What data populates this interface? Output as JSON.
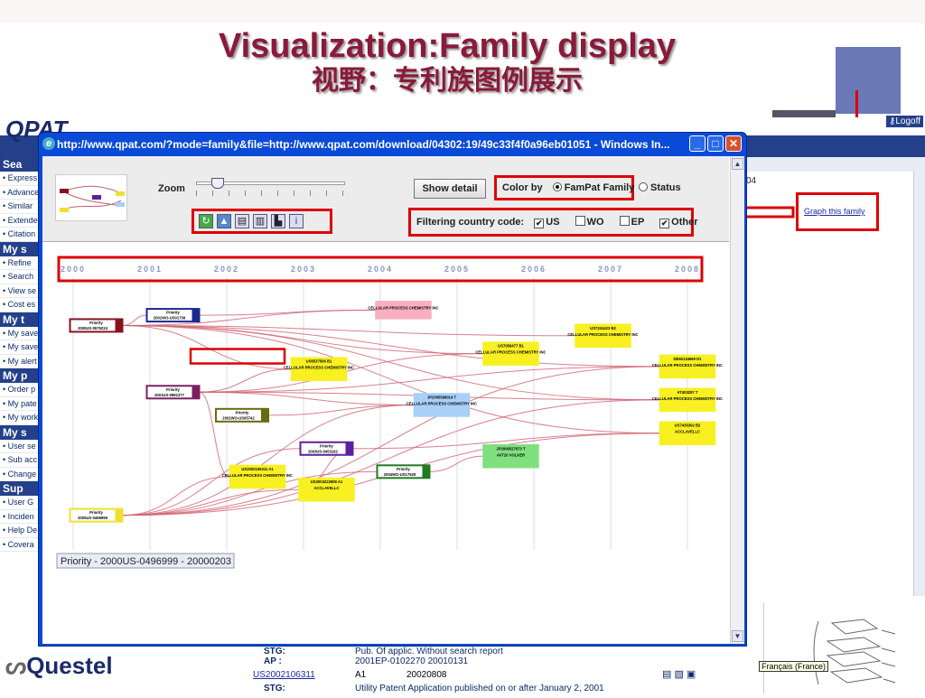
{
  "slide": {
    "title": "Visualization:Family display",
    "subtitle": "视野：专利族图例展示"
  },
  "app": {
    "logo": "QPAT",
    "logoff": "Logoff",
    "menu": [
      {
        "type": "head",
        "label": "Sea"
      },
      {
        "type": "item",
        "label": "• Express"
      },
      {
        "type": "item",
        "label": "• Advanced"
      },
      {
        "type": "item",
        "label": "• Similar"
      },
      {
        "type": "item",
        "label": "• Extended"
      },
      {
        "type": "item",
        "label": "• Citation"
      },
      {
        "type": "head",
        "label": "My s"
      },
      {
        "type": "item",
        "label": "• Refine"
      },
      {
        "type": "item",
        "label": "• Search"
      },
      {
        "type": "item",
        "label": "• View se"
      },
      {
        "type": "item",
        "label": "• Cost es"
      },
      {
        "type": "head",
        "label": "My t"
      },
      {
        "type": "item",
        "label": "• My save"
      },
      {
        "type": "item",
        "label": "• My save"
      },
      {
        "type": "item",
        "label": "• My alert"
      },
      {
        "type": "head",
        "label": "My p"
      },
      {
        "type": "item",
        "label": "• Order p"
      },
      {
        "type": "item",
        "label": "• My pate"
      },
      {
        "type": "item",
        "label": "• My work"
      },
      {
        "type": "head",
        "label": "My s"
      },
      {
        "type": "item",
        "label": "• User se"
      },
      {
        "type": "item",
        "label": "• Sub acc"
      },
      {
        "type": "item",
        "label": "• Change"
      },
      {
        "type": "head",
        "label": "Sup"
      },
      {
        "type": "item",
        "label": "• User G"
      },
      {
        "type": "item",
        "label": "• Inciden"
      },
      {
        "type": "item",
        "label": "• Help De"
      },
      {
        "type": "item",
        "label": "• Covera"
      }
    ],
    "right_panel_text": "04",
    "graph_link": "Graph this family",
    "bottom": {
      "stg1_label": "STG:",
      "stg1_value": "Pub. Of applic. Without search report",
      "ap_label": "AP :",
      "ap_value": "2001EP-0102270 20010131",
      "pub_link": "US2002106311",
      "pub_kind": "A1",
      "pub_date": "20020808",
      "stg2_label": "STG:",
      "stg2_value": "Utility Patent Application published on or after January 2, 2001"
    },
    "language_tip": "Français (France)",
    "questel_logo": "Questel"
  },
  "popup": {
    "title": "http://www.qpat.com/?mode=family&file=http://www.qpat.com/download/04302:19/49c33f4f0a96eb01051 - Windows In...",
    "zoom_label": "Zoom",
    "zoom_level": 0.1,
    "show_detail": "Show detail",
    "color_by_label": "Color by",
    "color_by_options": [
      {
        "label": "FamPat Family",
        "selected": true
      },
      {
        "label": "Status",
        "selected": false
      }
    ],
    "filter_label": "Filtering country code:",
    "filters": [
      {
        "label": "US",
        "checked": true
      },
      {
        "label": "WO",
        "checked": false
      },
      {
        "label": "EP",
        "checked": false
      },
      {
        "label": "Other",
        "checked": true
      }
    ],
    "tool_icons": [
      "refresh-icon",
      "export-image-icon",
      "document-icon",
      "documents-icon",
      "print-icon",
      "info-icon"
    ],
    "years": [
      "2000",
      "2001",
      "2002",
      "2003",
      "2004",
      "2005",
      "2006",
      "2007",
      "2008"
    ],
    "nodes": [
      {
        "id": "n1",
        "line1": "Priority",
        "line2": "2000US-0576224",
        "color": "#8a1020",
        "text": "#fff",
        "year": 2000.3,
        "row": 0.16
      },
      {
        "id": "n2",
        "line1": "Priority",
        "line2": "2001WO-US01739",
        "color": "#1a2a90",
        "text": "#fff",
        "year": 2001.3,
        "row": 0.12
      },
      {
        "id": "n3",
        "line1": "Priority",
        "line2": "2001US-0981377",
        "color": "#7a2060",
        "text": "#fff",
        "year": 2001.3,
        "row": 0.42
      },
      {
        "id": "n4",
        "line1": "Priority",
        "line2": "2000US-0496999",
        "color": "#f0e030",
        "text": "#000",
        "year": 2000.3,
        "row": 0.9
      },
      {
        "id": "n5",
        "line1": "Priority",
        "line2": "2002WO-US05742",
        "color": "#6a6a10",
        "text": "#fff",
        "year": 2002.2,
        "row": 0.51
      },
      {
        "id": "n6",
        "line1": "Priority",
        "line2": "2003US-0453162",
        "color": "#5a20a0",
        "text": "#fff",
        "year": 2003.3,
        "row": 0.64
      },
      {
        "id": "n7",
        "line1": "Priority",
        "line2": "2004WO-US17529",
        "color": "#207a20",
        "text": "#fff",
        "year": 2004.3,
        "row": 0.73
      },
      {
        "id": "p1",
        "line1": "",
        "line2": "CELLULAR PROCESS CHEMISTRY INC",
        "color": "#f8b0c0",
        "text": "#000",
        "year": 2004.3,
        "row": 0.1
      },
      {
        "id": "p2",
        "line1": "US6537506 B1",
        "line2": "CELLULAR PROCESS CHEMISTRY INC",
        "color": "#f8f020",
        "text": "#000",
        "year": 2003.2,
        "row": 0.33
      },
      {
        "id": "p3",
        "line1": "US7056477 B1",
        "line2": "CELLULAR PROCESS CHEMISTRY INC",
        "color": "#f8f020",
        "text": "#000",
        "year": 2005.7,
        "row": 0.27
      },
      {
        "id": "p4",
        "line1": "US7241423 B2",
        "line2": "CELLULAR PROCESS CHEMISTRY INC",
        "color": "#f8f020",
        "text": "#000",
        "year": 2006.9,
        "row": 0.2
      },
      {
        "id": "p5",
        "line1": "DE60134669 D1",
        "line2": "CELLULAR PROCESS CHEMISTRY INC",
        "color": "#f8f020",
        "text": "#000",
        "year": 2008.0,
        "row": 0.32
      },
      {
        "id": "p6",
        "line1": "AT403257 T",
        "line2": "CELLULAR PROCESS CHEMISTRY INC",
        "color": "#f8f020",
        "text": "#000",
        "year": 2008.0,
        "row": 0.45
      },
      {
        "id": "p7",
        "line1": "US7435392 B2",
        "line2": "ACCLAVELLC",
        "color": "#f8f020",
        "text": "#000",
        "year": 2008.0,
        "row": 0.58
      },
      {
        "id": "p8",
        "line1": "JP2005508014 T",
        "line2": "CELLULAR PROCESS CHEMISTRY INC",
        "color": "#a8d0f8",
        "text": "#000",
        "year": 2004.8,
        "row": 0.47
      },
      {
        "id": "p9",
        "line1": "US2002106311 A1",
        "line2": "CELLULAR PROCESS CHEMISTRY INC",
        "color": "#f8f020",
        "text": "#000",
        "year": 2002.4,
        "row": 0.75
      },
      {
        "id": "p10",
        "line1": "US2003223909 A1",
        "line2": "ACCLAVELLC",
        "color": "#f8f020",
        "text": "#000",
        "year": 2003.3,
        "row": 0.8
      },
      {
        "id": "p11",
        "line1": "JP2006527673 T",
        "line2": "AVT20 VOLKER",
        "color": "#80e080",
        "text": "#000",
        "year": 2005.7,
        "row": 0.67
      }
    ],
    "edges": [
      [
        "n1",
        "p1"
      ],
      [
        "n1",
        "p2"
      ],
      [
        "n1",
        "p3"
      ],
      [
        "n1",
        "p4"
      ],
      [
        "n1",
        "p5"
      ],
      [
        "n1",
        "p6"
      ],
      [
        "n1",
        "n2"
      ],
      [
        "n3",
        "p2"
      ],
      [
        "n3",
        "p3"
      ],
      [
        "n3",
        "p5"
      ],
      [
        "n3",
        "p6"
      ],
      [
        "n3",
        "p8"
      ],
      [
        "n3",
        "p9"
      ],
      [
        "n4",
        "p9"
      ],
      [
        "n4",
        "p5"
      ],
      [
        "n4",
        "p6"
      ],
      [
        "n4",
        "p7"
      ],
      [
        "n4",
        "p10"
      ],
      [
        "n4",
        "n6"
      ],
      [
        "n4",
        "n7"
      ],
      [
        "n4",
        "p8"
      ],
      [
        "n5",
        "p8"
      ],
      [
        "n6",
        "p7"
      ],
      [
        "n6",
        "p10"
      ],
      [
        "n7",
        "p11"
      ],
      [
        "n2",
        "p1"
      ],
      [
        "n1",
        "p7"
      ]
    ],
    "status_label": "Priority - 2000US-0496999 - 20000203"
  },
  "colors": {
    "highlight": "#dd0000",
    "window_blue": "#0a4ad8",
    "app_blue": "#24408a",
    "edge": "#d06070"
  }
}
